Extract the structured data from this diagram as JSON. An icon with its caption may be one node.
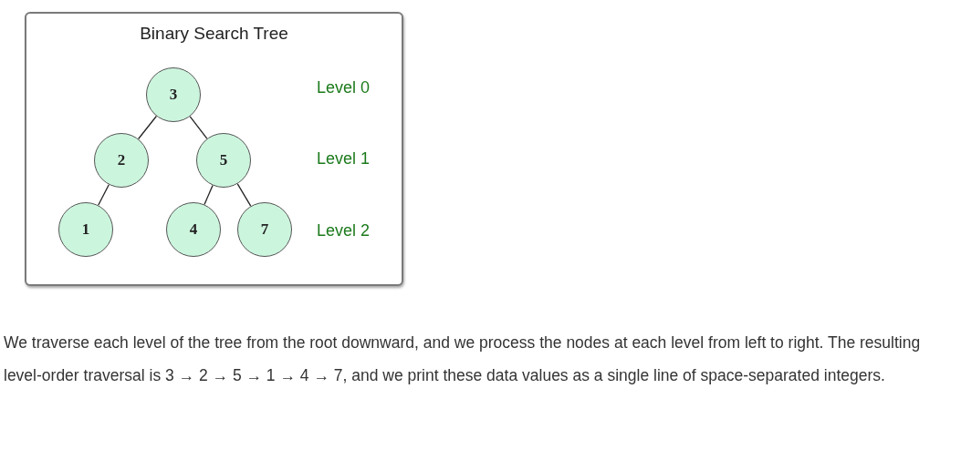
{
  "diagram": {
    "nodes": [
      {
        "text": [
          "Binary Search Tree"
        ]
      },
      {
        "text": [
          "3"
        ],
        "in": 0
      },
      {
        "text": [
          "2"
        ],
        "in": 0
      },
      {
        "text": [
          "5"
        ],
        "in": 0
      },
      {
        "text": [
          "1"
        ],
        "in": 0
      },
      {
        "text": [
          "4"
        ],
        "in": 0
      },
      {
        "text": [
          "7"
        ],
        "in": 0
      }
    ],
    "edges": [
      {
        "from": 1,
        "to": 2,
        "arrow": "none"
      },
      {
        "from": 1,
        "to": 3,
        "arrow": "none"
      },
      {
        "from": 2,
        "to": 4,
        "arrow": "none"
      },
      {
        "from": 3,
        "to": 5,
        "arrow": "none"
      },
      {
        "from": 3,
        "to": 6,
        "arrow": "none"
      }
    ],
    "labels": [
      "Level 0",
      "Level 1",
      "Level 2",
      "We traverse each level of the tree from the root downward, and we process the nodes at each level from left to right. The resulting level-order traversal is 3 → 2 → 5 → 1 → 4 → 7, and we print these data values as a single line of space-separated integers."
    ]
  }
}
